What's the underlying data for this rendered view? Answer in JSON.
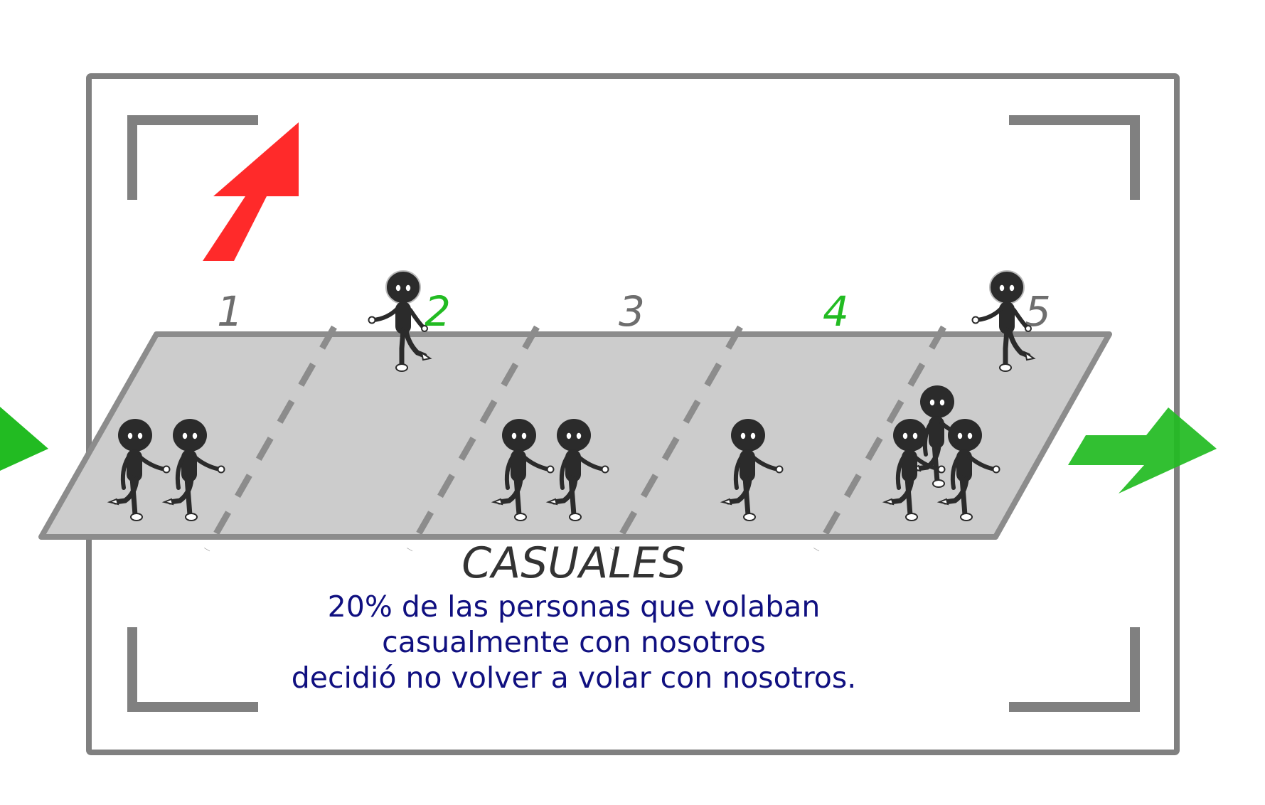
{
  "diagram": {
    "segment_labels": [
      {
        "text": "1",
        "highlight": false
      },
      {
        "text": "2",
        "highlight": true
      },
      {
        "text": "3",
        "highlight": false
      },
      {
        "text": "4",
        "highlight": true
      },
      {
        "text": "5",
        "highlight": false
      }
    ],
    "title": "CASUALES",
    "caption_lines": [
      "20% de las personas que volaban",
      "casualmente con nosotros",
      "decidió no volver a volar con nosotros."
    ],
    "colors": {
      "frame": "#808080",
      "platform_fill": "#cccccc",
      "platform_stroke": "#8c8c8c",
      "exit_arrow": "#ff2a2a",
      "flow_arrow": "#22bb22",
      "label_gray": "#6e6e6e",
      "label_green": "#22bb22",
      "caption": "#101080",
      "figure": "#2b2b2b"
    },
    "icons": {
      "exit": "red-arrow-up-icon",
      "flow_in": "green-arrow-in-icon",
      "flow_out": "green-arrow-out-icon",
      "person": "person-figure-icon"
    }
  }
}
